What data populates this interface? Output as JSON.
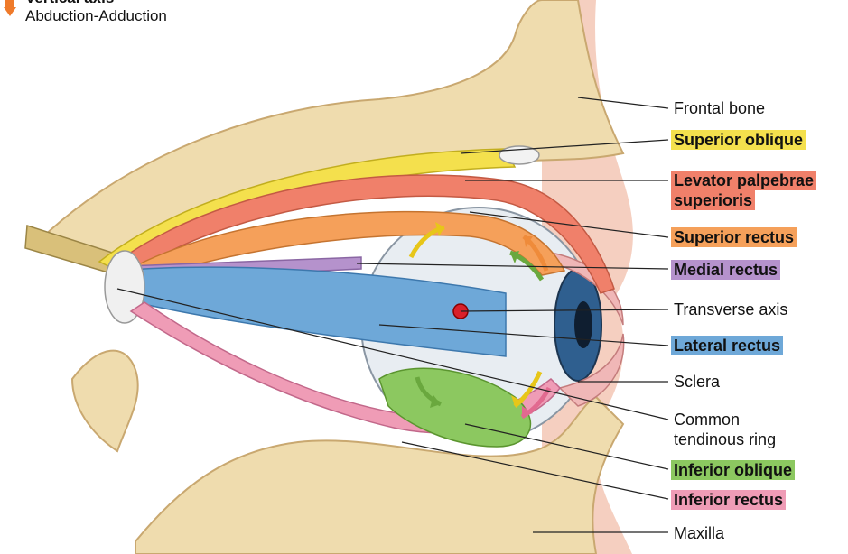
{
  "legend": {
    "title": "Vertical axis",
    "subtitle": "Abduction-Adduction"
  },
  "colors": {
    "superior_oblique": "#f4e04d",
    "levator": "#f0806a",
    "superior_rectus": "#f5a05a",
    "medial_rectus": "#b592cc",
    "lateral_rectus": "#6ea8d8",
    "inferior_oblique": "#8cc860",
    "inferior_rectus": "#ef9cb6",
    "bone": "#efdcae",
    "skin": "#f5cfc0"
  },
  "labels": {
    "frontal_bone": "Frontal bone",
    "superior_oblique": "Superior oblique",
    "levator_line1": "Levator palpebrae",
    "levator_line2": "superioris",
    "superior_rectus": "Superior rectus",
    "medial_rectus": "Medial rectus",
    "transverse_axis": "Transverse axis",
    "lateral_rectus": "Lateral rectus",
    "sclera": "Sclera",
    "common_line1": "Common",
    "common_line2": "tendinous ring",
    "inferior_oblique": "Inferior oblique",
    "inferior_rectus": "Inferior rectus",
    "maxilla": "Maxilla"
  }
}
